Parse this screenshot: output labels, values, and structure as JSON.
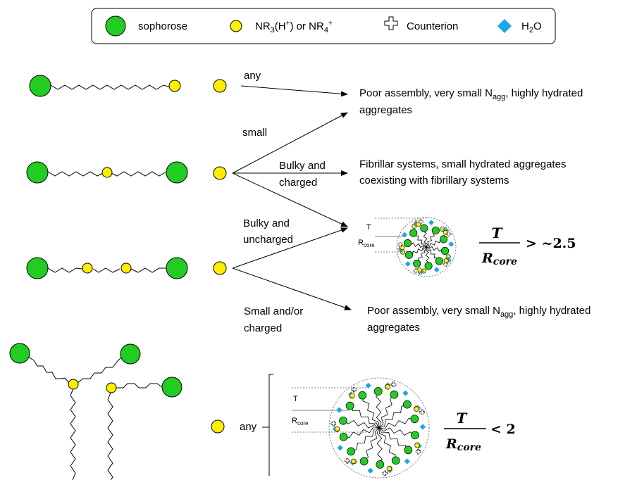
{
  "legend": {
    "sophorose": "sophorose",
    "amine_main": "NR",
    "amine_sub3": "3",
    "amine_mid": "(H",
    "amine_sup_plus": "+",
    "amine_or": ") or NR",
    "amine_sub4": "4",
    "amine_sup_plus2": "+",
    "counterion": "Counterion",
    "water_main": "H",
    "water_sub": "2",
    "water_end": "O"
  },
  "colors": {
    "sophorose": "#22cc22",
    "amine": "#ffee00",
    "water": "#1aa7e8",
    "line": "#000000"
  },
  "branches": {
    "any1": "any",
    "small": "small",
    "bulky_charged_1": "Bulky and",
    "bulky_charged_2": "charged",
    "bulky_uncharged_1": "Bulky and",
    "bulky_uncharged_2": "uncharged",
    "small_or_charged_1": "Small and/or",
    "small_or_charged_2": "charged",
    "any2": "any"
  },
  "outcomes": {
    "poor_1_a": "Poor assembly, very small N",
    "poor_1_sub": "agg",
    "poor_1_b": ", highly hydrated",
    "poor_1_c": "aggregates",
    "fibrillar_1": "Fibrillar systems, small hydrated aggregates",
    "fibrillar_2": "coexisting with fibrillary systems",
    "poor_2_a": "Poor assembly, very small N",
    "poor_2_sub": "agg",
    "poor_2_b": ", highly hydrated",
    "poor_2_c": "aggregates"
  },
  "micelle_labels": {
    "t_small": "T",
    "rcore_small_main": "R",
    "rcore_small_sub": "core",
    "t_large": "T",
    "rcore_large_main": "R",
    "rcore_large_sub": "core"
  },
  "ratios": {
    "top_num": "T",
    "top_den_main": "R",
    "top_den_sub": "core",
    "top_rel": "> ~2.5",
    "bottom_num": "T",
    "bottom_den_main": "R",
    "bottom_den_sub": "core",
    "bottom_rel": "< 2"
  }
}
